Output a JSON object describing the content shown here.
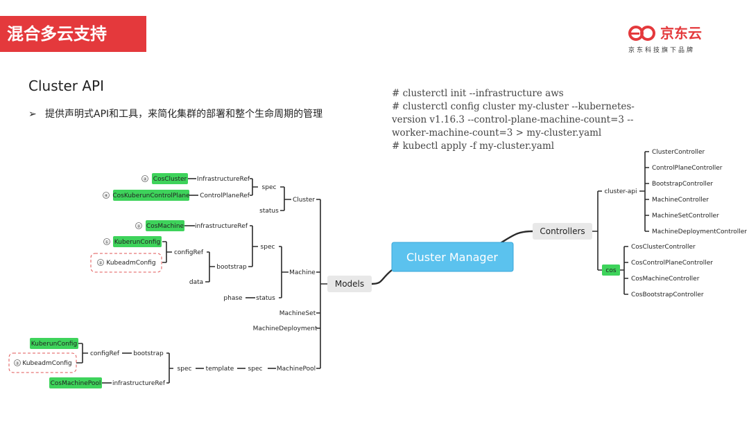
{
  "header": {
    "title": "混合多云支持",
    "logo_brand": "京东云",
    "logo_sub": "京东科技旗下品牌",
    "logo_icon": "jd-cloud-logo-icon",
    "accent": "#e4393c"
  },
  "intro": {
    "heading": "Cluster API",
    "bullet_arrow": "➢",
    "bullet": "提供声明式API和工具，来简化集群的部署和整个生命周期的管理"
  },
  "code": {
    "lines": [
      "# clusterctl init --infrastructure aws",
      "# clusterctl config cluster my-cluster --kubernetes-",
      "version v1.16.3 --control-plane-machine-count=3 --",
      "worker-machine-count=3 > my-cluster.yaml",
      "# kubectl apply -f my-cluster.yaml"
    ]
  },
  "colors": {
    "green": "#3ed35b",
    "center": "#5bc2ee",
    "node_bg": "#e8e8e8",
    "dashed": "#e05555"
  },
  "diagram": {
    "center": "Cluster Manager",
    "models": "Models",
    "controllers": "Controllers",
    "cluster": "Cluster",
    "cluster_spec": "spec",
    "cluster_status": "status",
    "infra_ref": "InfrastructureRef",
    "cp_ref": "ControlPlaneRef",
    "cos_cluster": "CosCluster",
    "cos_kcp": "CosKuberunControlPlane",
    "machine": "Machine",
    "m_spec": "spec",
    "m_infra_ref": "infrastructureRef",
    "cos_machine": "CosMachine",
    "m_bootstrap": "bootstrap",
    "m_configref": "configRef",
    "kuberun_config": "KuberunConfig",
    "kubeadm_config": "KubeadmConfig",
    "m_data": "data",
    "m_status": "status",
    "m_phase": "phase",
    "machineset": "MachineSet",
    "machinedeployment": "MachineDeployment",
    "machinepool": "MachinePool",
    "mp_spec": "spec",
    "mp_template": "template",
    "mp_spec2": "spec",
    "mp_bootstrap": "bootstrap",
    "mp_configref": "configRef",
    "mp_kuberun": "KuberunConfig",
    "mp_kubeadm": "KubeadmConfig",
    "mp_infra_ref": "infrastructureRef",
    "cos_machinepool": "CosMachinePool",
    "cluster_api": "cluster-api",
    "ca_items": [
      "ClusterController",
      "ControlPlaneController",
      "BootstrapController",
      "MachineController",
      "MachineSetController",
      "MachineDeploymentController"
    ],
    "cos": "cos",
    "cos_items": [
      "CosClusterController",
      "CosControlPlaneController",
      "CosMachineController",
      "CosBootstrapController"
    ],
    "badges": {
      "cos_cluster": "③",
      "cos_kcp": "④",
      "cos_machine": "②",
      "kuberun": "①",
      "kubeadm": "②",
      "mp_kubeadm": "②"
    }
  }
}
